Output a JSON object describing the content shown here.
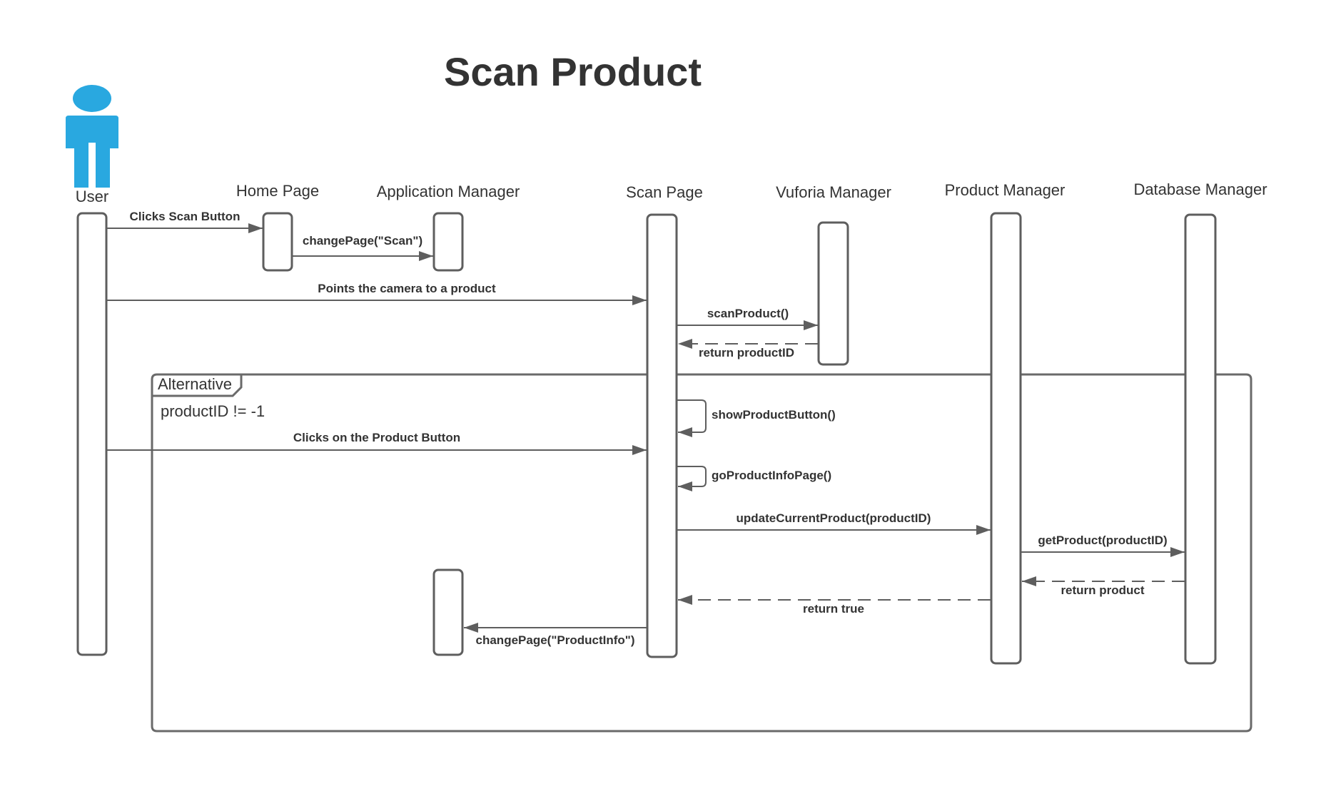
{
  "diagram": {
    "title": "Scan Product",
    "colors": {
      "actor": "#29a8e0",
      "stroke": "#5e5e5e",
      "text": "#333333"
    },
    "actor": {
      "label": "User",
      "icon": "person-icon"
    },
    "lifelines": [
      {
        "id": "home",
        "label": "Home Page"
      },
      {
        "id": "app",
        "label": "Application Manager"
      },
      {
        "id": "scan",
        "label": "Scan Page"
      },
      {
        "id": "vuforia",
        "label": "Vuforia Manager"
      },
      {
        "id": "product",
        "label": "Product Manager"
      },
      {
        "id": "database",
        "label": "Database Manager"
      }
    ],
    "frame": {
      "operator": "Alternative",
      "guard": "productID != -1"
    },
    "messages": [
      {
        "from": "User",
        "to": "Home Page",
        "label": "Clicks Scan Button",
        "kind": "sync"
      },
      {
        "from": "Home Page",
        "to": "Application Manager",
        "label": "changePage(\"Scan\")",
        "kind": "sync"
      },
      {
        "from": "User",
        "to": "Scan Page",
        "label": "Points the camera to a product",
        "kind": "sync"
      },
      {
        "from": "Scan Page",
        "to": "Vuforia Manager",
        "label": "scanProduct()",
        "kind": "sync"
      },
      {
        "from": "Vuforia Manager",
        "to": "Scan Page",
        "label": "return productID",
        "kind": "return"
      },
      {
        "from": "Scan Page",
        "to": "Scan Page",
        "label": "showProductButton()",
        "kind": "self"
      },
      {
        "from": "User",
        "to": "Scan Page",
        "label": "Clicks on the Product Button",
        "kind": "sync"
      },
      {
        "from": "Scan Page",
        "to": "Scan Page",
        "label": "goProductInfoPage()",
        "kind": "self"
      },
      {
        "from": "Scan Page",
        "to": "Product Manager",
        "label": "updateCurrentProduct(productID)",
        "kind": "sync"
      },
      {
        "from": "Product Manager",
        "to": "Database Manager",
        "label": "getProduct(productID)",
        "kind": "sync"
      },
      {
        "from": "Database Manager",
        "to": "Product Manager",
        "label": "return product",
        "kind": "return"
      },
      {
        "from": "Product Manager",
        "to": "Scan Page",
        "label": "return true",
        "kind": "return"
      },
      {
        "from": "Scan Page",
        "to": "Application Manager",
        "label": "changePage(\"ProductInfo\")",
        "kind": "sync"
      }
    ]
  }
}
